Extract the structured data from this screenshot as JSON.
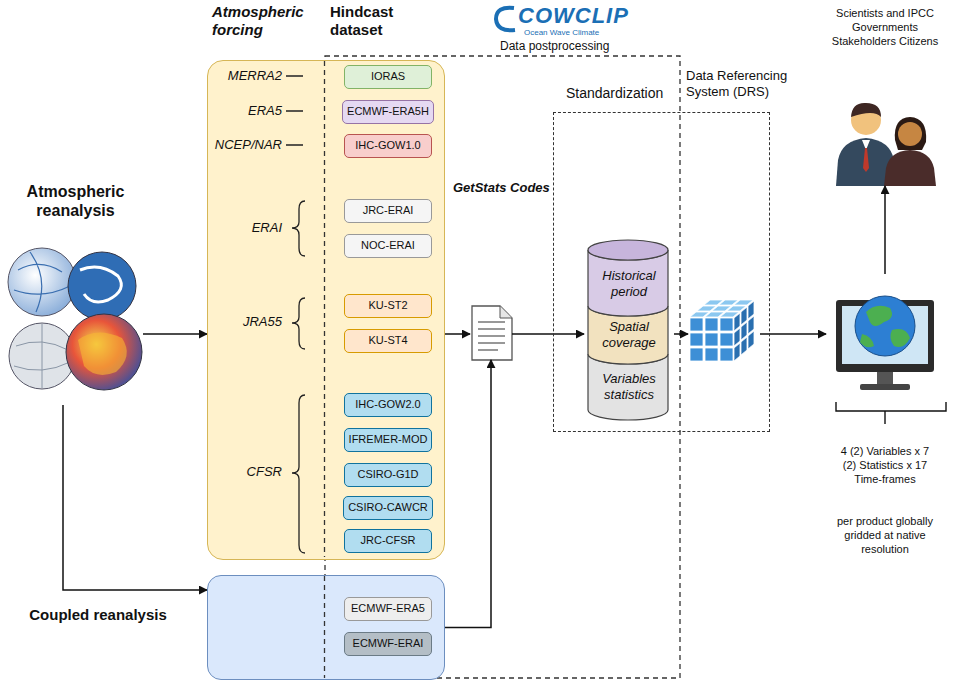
{
  "diagram": {
    "nodes": [
      {
        "text": [
          "Atmospheric reanalysis"
        ]
      },
      {
        "text": [
          "Atmospheric forcing",
          "Hindcast dataset"
        ]
      },
      {
        "text": [
          "IORAS"
        ],
        "in": 1
      },
      {
        "text": [
          "ECMWF-ERA5H"
        ],
        "in": 1
      },
      {
        "text": [
          "IHC-GOW1.0"
        ],
        "in": 1
      },
      {
        "text": [
          "JRC-ERAI"
        ],
        "in": 1
      },
      {
        "text": [
          "NOC-ERAI"
        ],
        "in": 1
      },
      {
        "text": [
          "KU-ST2"
        ],
        "in": 1
      },
      {
        "text": [
          "KU-ST4"
        ],
        "in": 1
      },
      {
        "text": [
          "IHC-GOW2.0"
        ],
        "in": 1
      },
      {
        "text": [
          "IFREMER-MOD"
        ],
        "in": 1
      },
      {
        "text": [
          "CSIRO-G1D"
        ],
        "in": 1
      },
      {
        "text": [
          "CSIRO-CAWCR"
        ],
        "in": 1
      },
      {
        "text": [
          "JRC-CFSR"
        ],
        "in": 1
      },
      {
        "text": [
          "Coupled reanalysis"
        ]
      },
      {
        "text": [
          "ECMWF-ERA5"
        ],
        "in": 14
      },
      {
        "text": [
          "ECMWF-ERAI"
        ],
        "in": 14
      },
      {
        "text": [
          "GetStats Codes"
        ]
      },
      {
        "text": [
          "Standardization"
        ]
      },
      {
        "text": [
          "Historical period"
        ],
        "in": 18
      },
      {
        "text": [
          "Spatial coverage"
        ],
        "in": 18
      },
      {
        "text": [
          "Variables statistics"
        ],
        "in": 18
      },
      {
        "text": [
          "Data Referencing System (DRS)"
        ]
      },
      {
        "text": [
          "4 (2) Variables x 7 (2) Statistics x 17 Time-frames",
          "per product globally gridded at native resolution"
        ]
      },
      {
        "text": [
          "Scientists and IPCC Governments Stakeholders Citizens"
        ]
      }
    ],
    "edges": [
      {
        "from": 0,
        "to": 1,
        "arrow": "to"
      },
      {
        "from": 0,
        "to": 14,
        "arrow": "to"
      },
      {
        "from": 1,
        "to": 17,
        "arrow": "to"
      },
      {
        "from": 14,
        "to": 17,
        "arrow": "to"
      },
      {
        "from": 17,
        "to": 20,
        "arrow": "to"
      },
      {
        "from": 20,
        "to": 22,
        "arrow": "to"
      },
      {
        "from": 22,
        "to": 23,
        "arrow": "to"
      },
      {
        "from": 23,
        "to": 24,
        "arrow": "to"
      }
    ],
    "labels": [
      "COWCLIP",
      "Ocean Wave Climate",
      "Data postprocessing",
      "MERRA2",
      "ERA5",
      "NCEP/NAR",
      "ERAI",
      "JRA55",
      "CFSR"
    ]
  }
}
